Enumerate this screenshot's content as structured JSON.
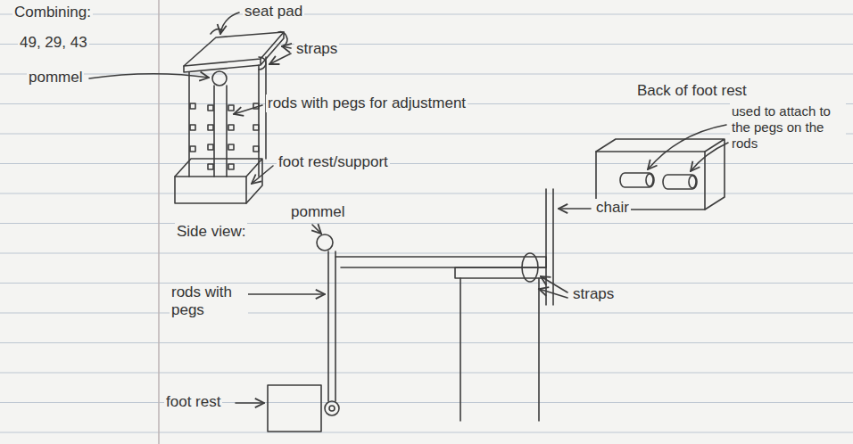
{
  "diagram": {
    "labels": [
      "Combining:",
      "49, 29, 43",
      "seat pad",
      "pommel",
      "straps",
      "rods with pegs for adjustment",
      "foot rest/support",
      "Back of foot rest",
      "used to attach to the pegs on the rods",
      "Side view:",
      "pommel",
      "chair",
      "rods with pegs",
      "straps",
      "foot rest"
    ]
  }
}
